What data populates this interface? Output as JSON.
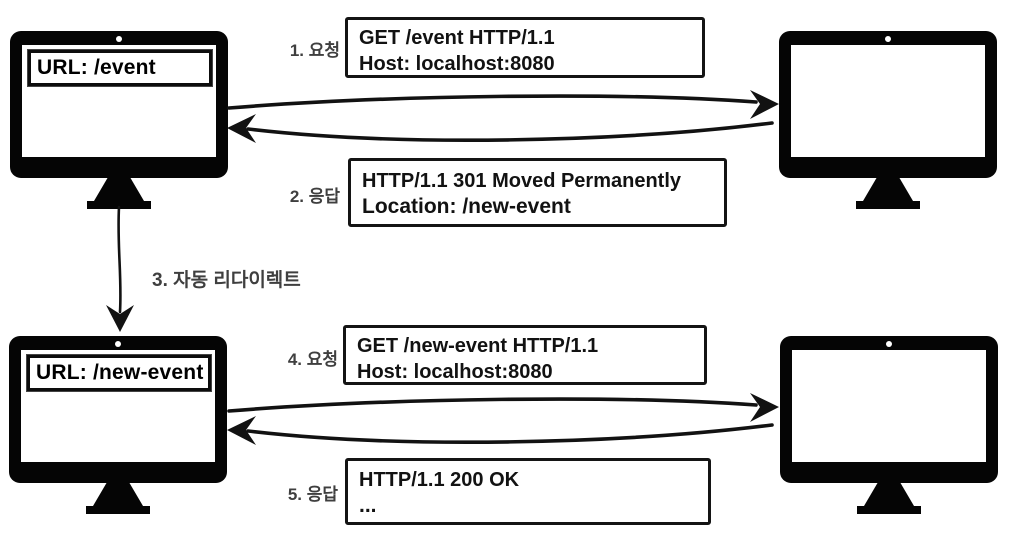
{
  "title": "HTTP 301 redirect flow diagram",
  "colors": {
    "ink": "#121212",
    "label_gray": "#3f3f3f",
    "background": "#ffffff",
    "monitor_black": "#050505"
  },
  "monitors": {
    "client_top": {
      "url": "URL: /event"
    },
    "client_bottom": {
      "url": "URL: /new-event"
    }
  },
  "steps": {
    "step1_label": "1. 요청",
    "step2_label": "2. 응답",
    "step3_label": "3. 자동 리다이렉트",
    "step4_label": "4. 요청",
    "step5_label": "5. 응답"
  },
  "messages": {
    "request1": {
      "line1": "GET /event HTTP/1.1",
      "line2": "Host: localhost:8080"
    },
    "response1": {
      "line1_pre": "HTTP/1.1 ",
      "line1_code": "301",
      "line1_post": " Moved Permanently",
      "line2": "Location: /new-event"
    },
    "request2": {
      "line1_pre": "GET ",
      "line1_path": "/new-event",
      "line1_post": " HTTP/1.1",
      "line2": "Host: localhost:8080"
    },
    "response2": {
      "line1_pre": "HTTP/1.1 ",
      "line1_code": "200",
      "line1_post": " OK",
      "line2": "..."
    }
  },
  "icons": {
    "camera": "camera-dot"
  }
}
